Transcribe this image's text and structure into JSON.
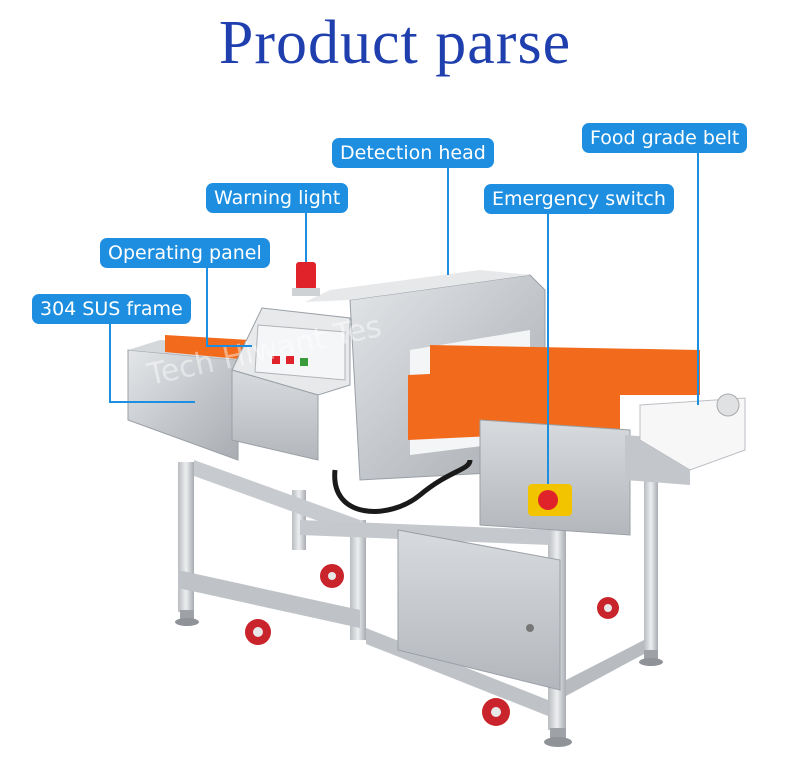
{
  "title": "Product parse",
  "watermark": "Tech Hiwant Tes",
  "colors": {
    "title": "#1f3fae",
    "callout_bg": "#1e8fe0",
    "leader": "#1e8fe0",
    "belt": "#f26a1b",
    "warning_light": "#e0232a",
    "steel": "#c9ccd0"
  },
  "callouts": {
    "frame": "304 SUS frame",
    "operating_panel": "Operating panel",
    "warning_light": "Warning light",
    "detection_head": "Detection head",
    "emergency_switch": "Emergency switch",
    "food_belt": "Food grade belt"
  }
}
